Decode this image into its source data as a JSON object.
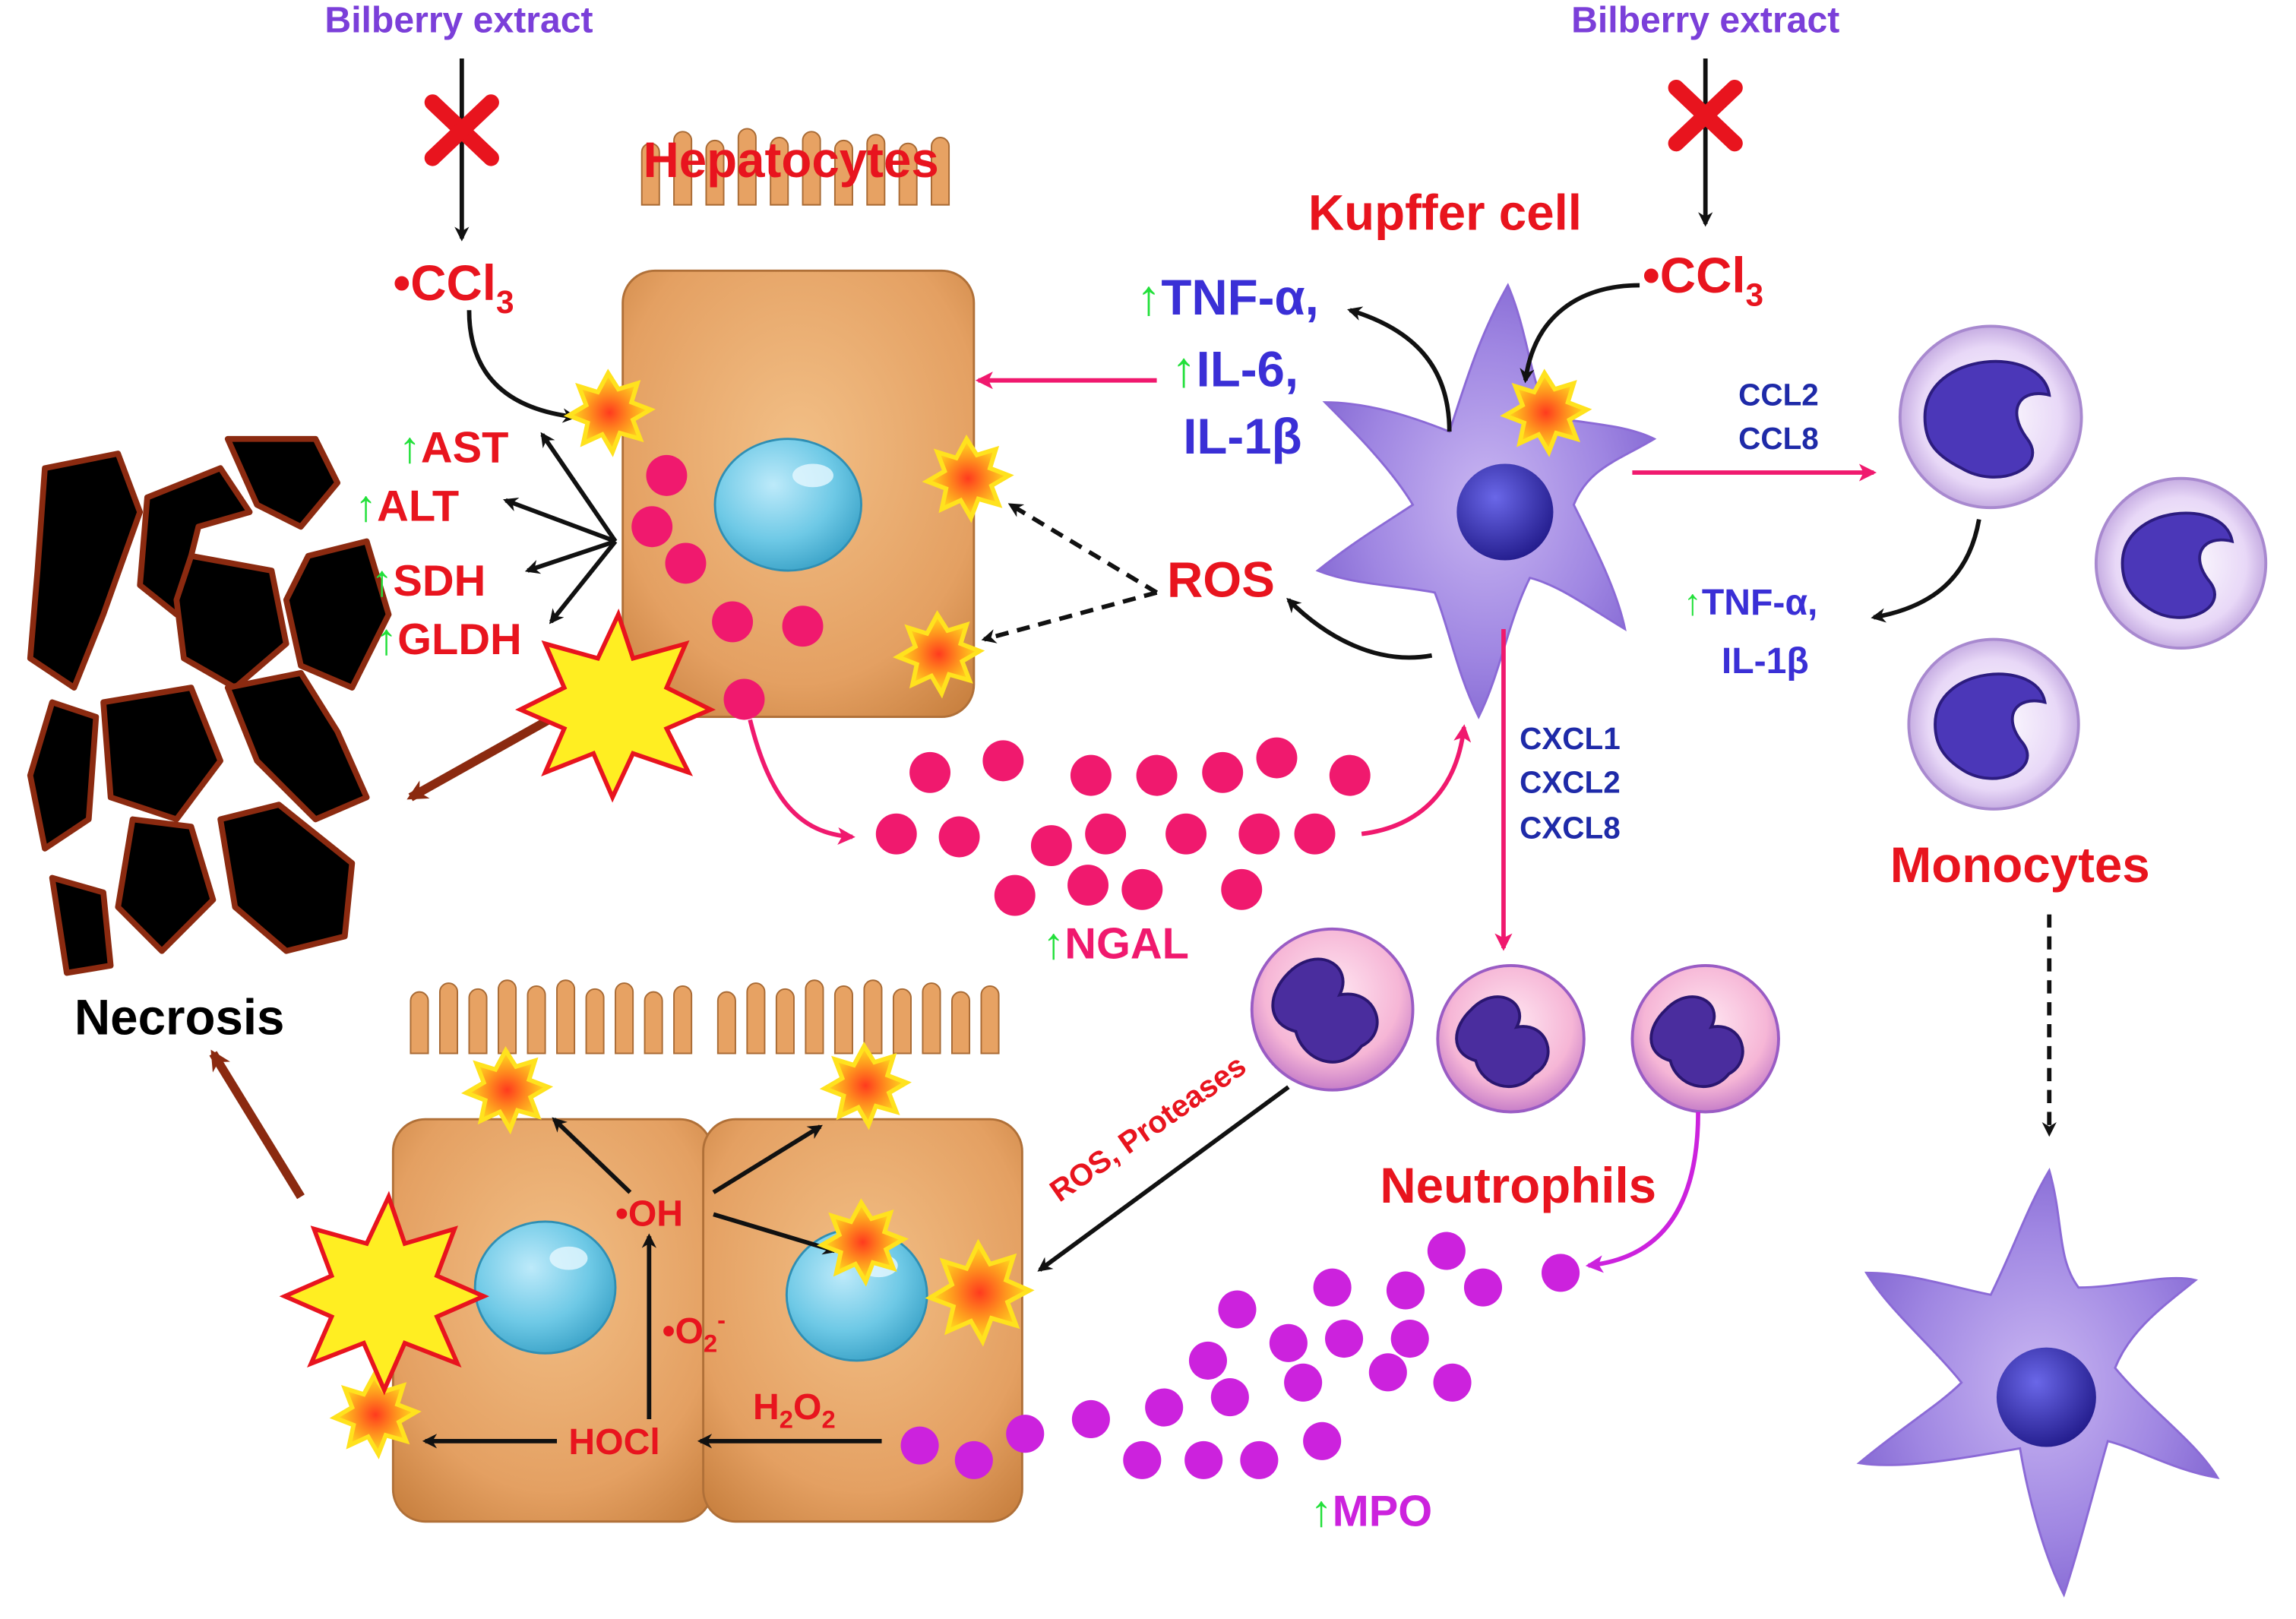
{
  "labels": {
    "bilberry_left": "Bilberry extract",
    "bilberry_right": "Bilberry extract",
    "ccl3_left_main": "•CCl",
    "ccl3_left_sub": "3",
    "ccl3_right_main": "•CCl",
    "ccl3_right_sub": "3",
    "hepatocytes": "Hepatocytes",
    "kupffer": "Kupffer cell",
    "tnf_a": "TNF-α,",
    "il6": "IL-6,",
    "il1b": "IL-1β",
    "ros_center": "ROS",
    "ast": "AST",
    "alt": "ALT",
    "sdh": "SDH",
    "gldh": "GLDH",
    "ccl2": "CCL2",
    "ccl8": "CCL8",
    "tnf_a_right": "TNF-α,",
    "il1b_right": "IL-1β",
    "cxcl1": "CXCL1",
    "cxcl2": "CXCL2",
    "cxcl8": "CXCL8",
    "monocytes": "Monocytes",
    "ngal": "NGAL",
    "necrosis": "Necrosis",
    "neutrophils": "Neutrophils",
    "ros_proteases": "ROS, Proteases",
    "oh": "•OH",
    "o2_main": "•O",
    "o2_sub": "2",
    "o2_sup": "-",
    "h2o2_h": "H",
    "h2o2_sub1": "2",
    "h2o2_o": "O",
    "h2o2_sub2": "2",
    "hocl": "HOCl",
    "mpo": "MPO",
    "up_arrow": "↑"
  },
  "colors": {
    "red": "#e8141e",
    "purple_text": "#7b3fd9",
    "blue_text": "#3a2fd6",
    "navy_text": "#1e2aa8",
    "green": "#22e03a",
    "pink": "#f0196e",
    "magenta": "#cc22dd",
    "brown": "#8b2a10",
    "cell_orange": "#e9a766",
    "nucleus_blue": "#6ec9e6"
  }
}
